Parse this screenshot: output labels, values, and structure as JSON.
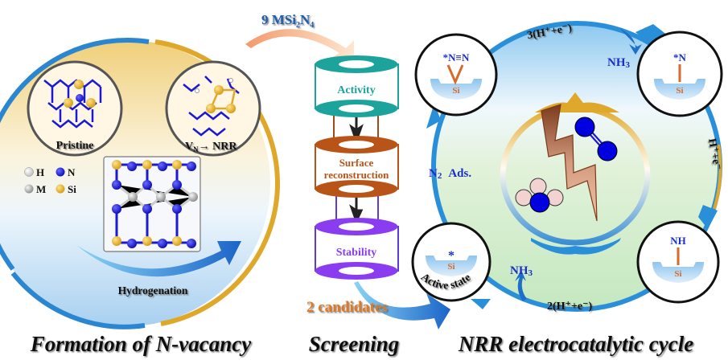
{
  "captions": {
    "left": "Formation of N-vacancy",
    "middle": "Screening",
    "right": "NRR electrocatalytic cycle"
  },
  "left_panel": {
    "inset_pristine_label": "Pristine",
    "inset_vacancy_label_main": "V",
    "inset_vacancy_label_sub": "N",
    "inset_vacancy_label_rest": "→ NRR",
    "arrow_label": "Hydrogenation",
    "legend": [
      {
        "symbol": "H",
        "color": "#e6e6e6"
      },
      {
        "symbol": "N",
        "color": "#1a1ad6"
      },
      {
        "symbol": "M",
        "color": "#a9a9a9"
      },
      {
        "symbol": "Si",
        "color": "#e8b62a"
      }
    ]
  },
  "screening": {
    "input_main": "9 MSi",
    "input_sub1": "2",
    "input_mid": "N",
    "input_sub2": "4",
    "stages": [
      {
        "label": "Activity",
        "color": "#1ba39c"
      },
      {
        "label_line1": "Surface",
        "label_line2": "reconstruction",
        "color": "#b85418"
      },
      {
        "label": "Stability",
        "color": "#8a3df0"
      }
    ],
    "output": "2 candidates"
  },
  "cycle": {
    "states": {
      "n2_adsorbed": {
        "adsorbate": "*N≡N",
        "site": "Si"
      },
      "n_star": {
        "adsorbate": "*N",
        "site": "Si"
      },
      "nh": {
        "adsorbate": "NH",
        "site": "Si"
      },
      "active": {
        "adsorbate": "*",
        "site": "Si",
        "label": "Active state"
      }
    },
    "step_labels": {
      "top": "3(H⁺+e⁻)",
      "right": "H⁺+e⁻",
      "bottom": "2(H⁺+e⁻)",
      "left_main": "N",
      "left_sub": "2",
      "left_rest": "Ads."
    },
    "products": {
      "top_main": "NH",
      "top_sub": "3",
      "bottom_main": "NH",
      "bottom_sub": "3"
    }
  },
  "colors": {
    "cycle_blue": "#2a8fd9",
    "gold": "#e0a82a",
    "label_blue": "#1a2fc8",
    "si_orange": "#d86a2a",
    "candidates_orange": "#e07a20"
  }
}
